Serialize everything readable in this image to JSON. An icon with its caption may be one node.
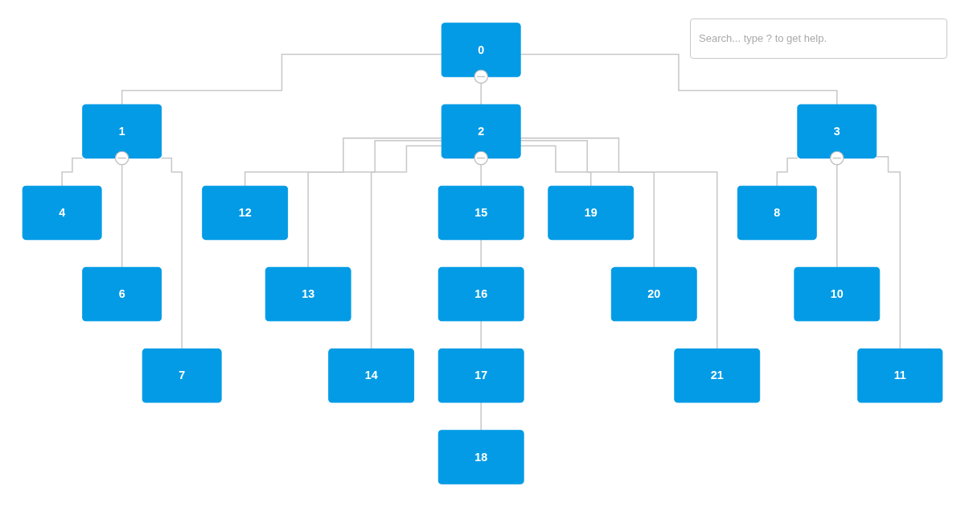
{
  "diagram": {
    "nodes": [
      {
        "text": [
          "0"
        ]
      },
      {
        "text": [
          "1"
        ]
      },
      {
        "text": [
          "2"
        ]
      },
      {
        "text": [
          "3"
        ]
      },
      {
        "text": [
          "4"
        ]
      },
      {
        "text": [
          "12"
        ]
      },
      {
        "text": [
          "15"
        ]
      },
      {
        "text": [
          "19"
        ]
      },
      {
        "text": [
          "8"
        ]
      },
      {
        "text": [
          "6"
        ]
      },
      {
        "text": [
          "13"
        ]
      },
      {
        "text": [
          "16"
        ]
      },
      {
        "text": [
          "20"
        ]
      },
      {
        "text": [
          "10"
        ]
      },
      {
        "text": [
          "7"
        ]
      },
      {
        "text": [
          "14"
        ]
      },
      {
        "text": [
          "17"
        ]
      },
      {
        "text": [
          "21"
        ]
      },
      {
        "text": [
          "11"
        ]
      },
      {
        "text": [
          "18"
        ]
      }
    ],
    "edges": [
      {
        "from": 0,
        "to": 1,
        "arrow": "none"
      },
      {
        "from": 0,
        "to": 2,
        "arrow": "none"
      },
      {
        "from": 0,
        "to": 3,
        "arrow": "none"
      },
      {
        "from": 1,
        "to": 4,
        "arrow": "none"
      },
      {
        "from": 1,
        "to": 9,
        "arrow": "none"
      },
      {
        "from": 1,
        "to": 14,
        "arrow": "none"
      },
      {
        "from": 2,
        "to": 5,
        "arrow": "none"
      },
      {
        "from": 2,
        "to": 10,
        "arrow": "none"
      },
      {
        "from": 2,
        "to": 15,
        "arrow": "none"
      },
      {
        "from": 2,
        "to": 6,
        "arrow": "none"
      },
      {
        "from": 6,
        "to": 11,
        "arrow": "none"
      },
      {
        "from": 11,
        "to": 16,
        "arrow": "none"
      },
      {
        "from": 16,
        "to": 19,
        "arrow": "none"
      },
      {
        "from": 2,
        "to": 7,
        "arrow": "none"
      },
      {
        "from": 2,
        "to": 12,
        "arrow": "none"
      },
      {
        "from": 2,
        "to": 17,
        "arrow": "none"
      },
      {
        "from": 3,
        "to": 8,
        "arrow": "none"
      },
      {
        "from": 3,
        "to": 13,
        "arrow": "none"
      },
      {
        "from": 3,
        "to": 18,
        "arrow": "none"
      }
    ],
    "labels": [
      "Search... type ? to get help."
    ]
  }
}
